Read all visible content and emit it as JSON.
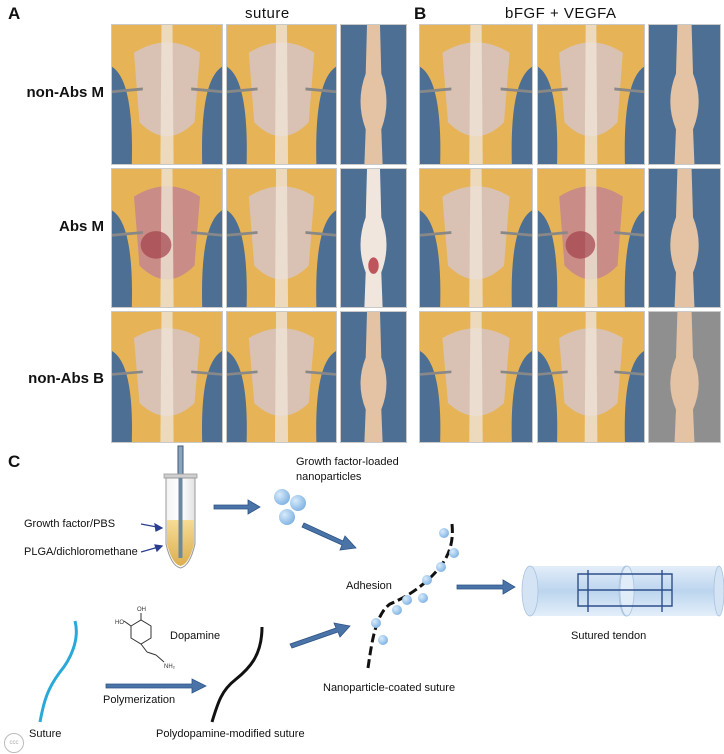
{
  "panels": {
    "a_letter": "A",
    "b_letter": "B",
    "c_letter": "C",
    "a_title": "suture",
    "b_title": "bFGF + VEGFA"
  },
  "rows": [
    {
      "label": "non-Abs M"
    },
    {
      "label": "Abs M"
    },
    {
      "label": "non-Abs B"
    }
  ],
  "diagram": {
    "growth_factor_label": "Growth factor/PBS",
    "plga_label": "PLGA/dichloromethane",
    "nanoparticles_label_line1": "Growth factor-loaded",
    "nanoparticles_label_line2": "nanoparticles",
    "adhesion_label": "Adhesion",
    "dopamine_label": "Dopamine",
    "polymerization_label": "Polymerization",
    "suture_label": "Suture",
    "polydopamine_label": "Polydopamine-modified suture",
    "coated_label": "Nanoparticle-coated suture",
    "sutured_tendon_label": "Sutured tendon"
  },
  "colors": {
    "tissue_yellow": "#e6b457",
    "tissue_pink": "#d9c2b3",
    "bg_blue": "#4d6f93",
    "arrow_blue": "#4a73a8",
    "nanoparticle_blue": "#8fbce6",
    "suture_cyan": "#29a9d8"
  }
}
